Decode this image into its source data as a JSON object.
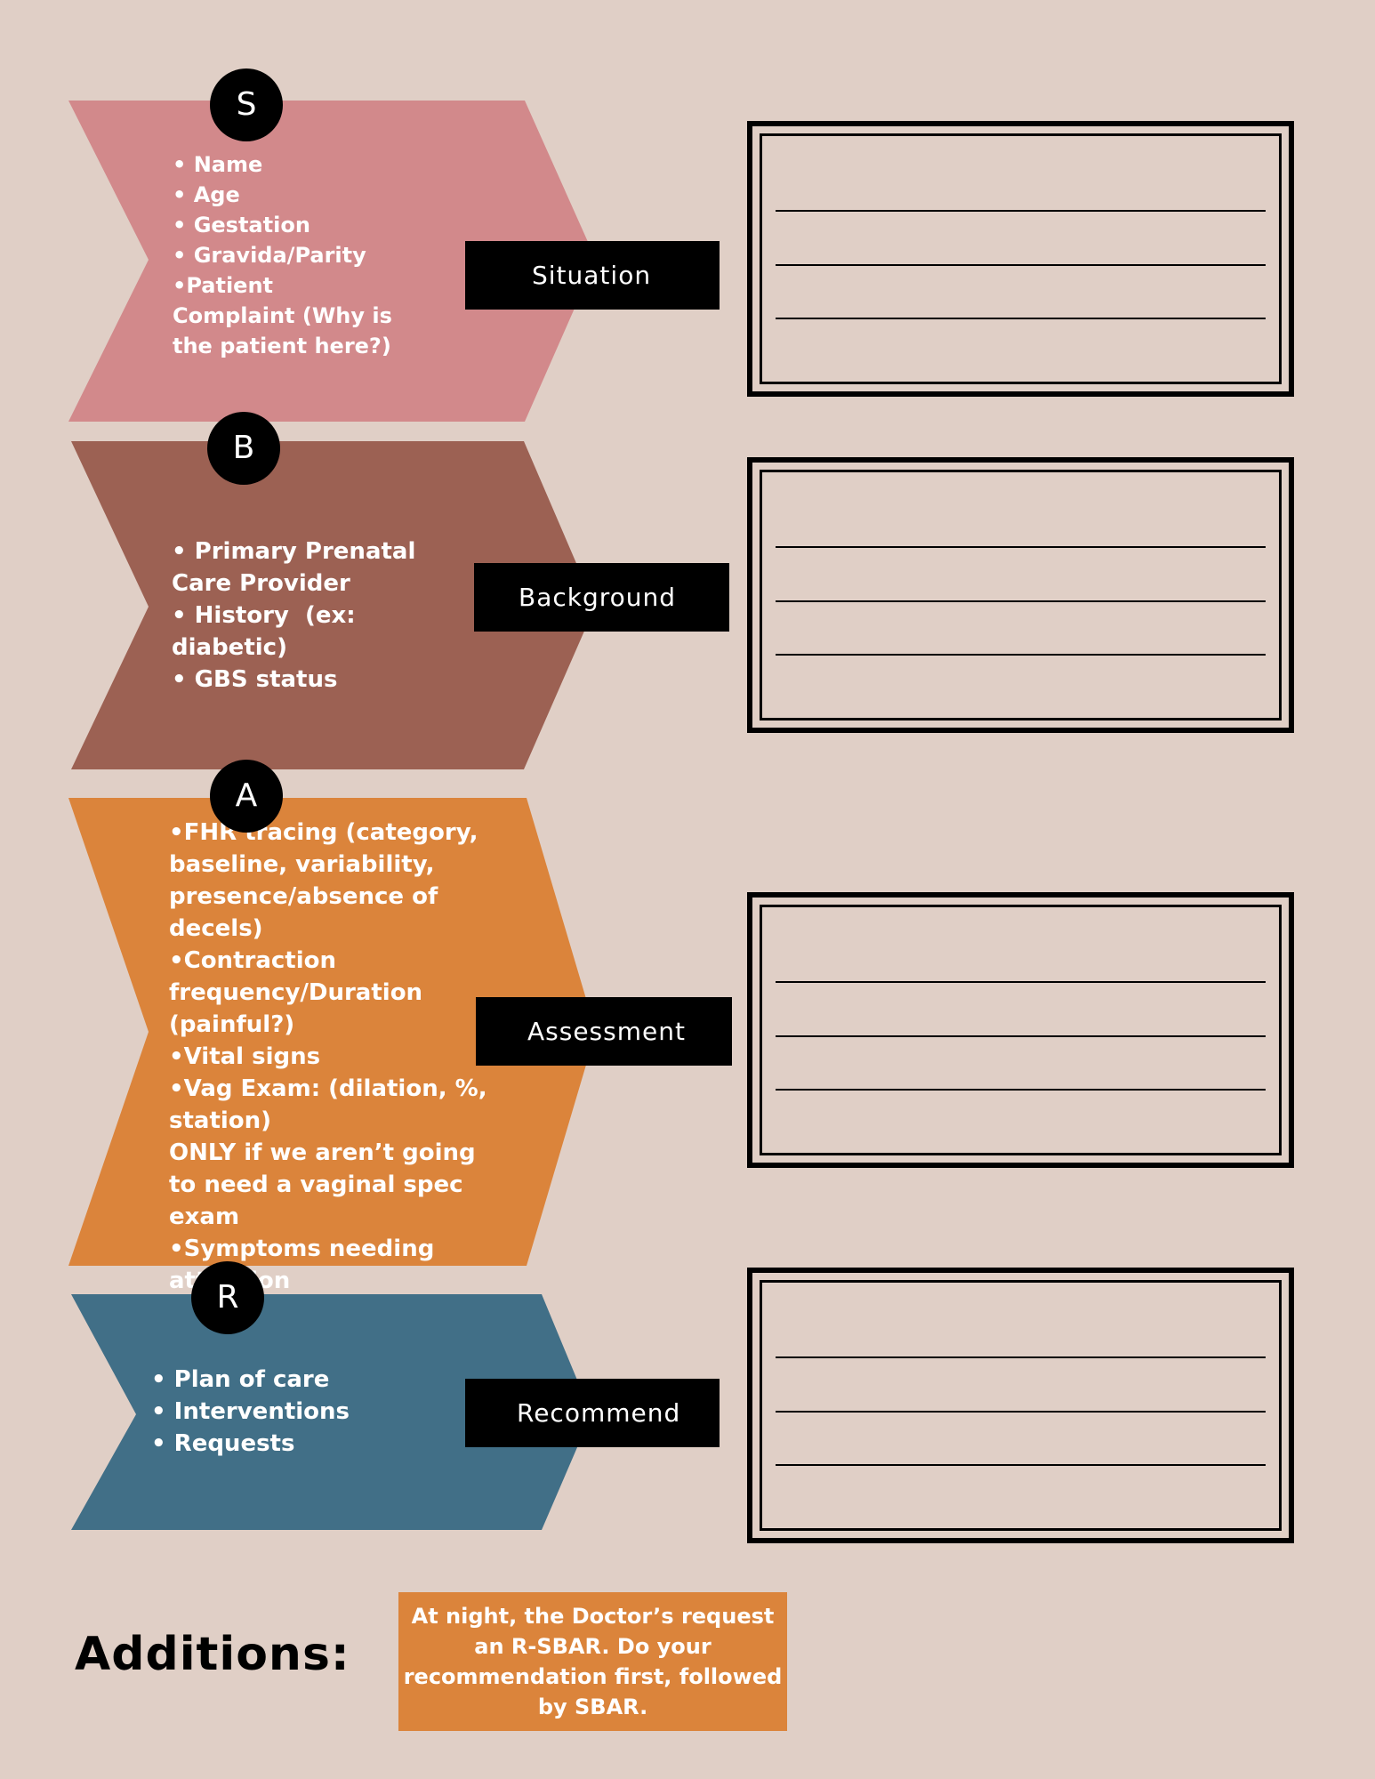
{
  "colors": {
    "background": "#e0cfc6",
    "situation": "#d2898b",
    "background_section": "#9c6153",
    "assessment": "#db843b",
    "recommend": "#416f87",
    "label": "#000000",
    "note_card": "#db843b"
  },
  "sections": {
    "s": {
      "letter": "S",
      "label": "Situation",
      "items": [
        "• Name",
        "• Age",
        "• Gestation",
        "• Gravida/Parity",
        "•Patient Complaint (Why is the patient here?)"
      ]
    },
    "b": {
      "letter": "B",
      "label": "Background",
      "items": [
        "• Primary Prenatal Care Provider",
        "• History  (ex: diabetic)",
        "• GBS status"
      ]
    },
    "a": {
      "letter": "A",
      "label": "Assessment",
      "items": [
        "•FHR tracing (category, baseline, variability, presence/absence of decels)",
        "•Contraction frequency/Duration (painful?)",
        "•Vital signs",
        "•Vag Exam: (dilation, %, station)",
        "ONLY if we aren’t going to need a vaginal spec exam",
        "•Symptoms needing attention"
      ]
    },
    "r": {
      "letter": "R",
      "label": "Recommend",
      "items": [
        "• Plan of care",
        "• Interventions",
        "• Requests"
      ]
    }
  },
  "additions": {
    "title": "Additions:",
    "note": "At night, the Doctor’s request an R-SBAR. Do your recommendation first, followed by SBAR."
  }
}
